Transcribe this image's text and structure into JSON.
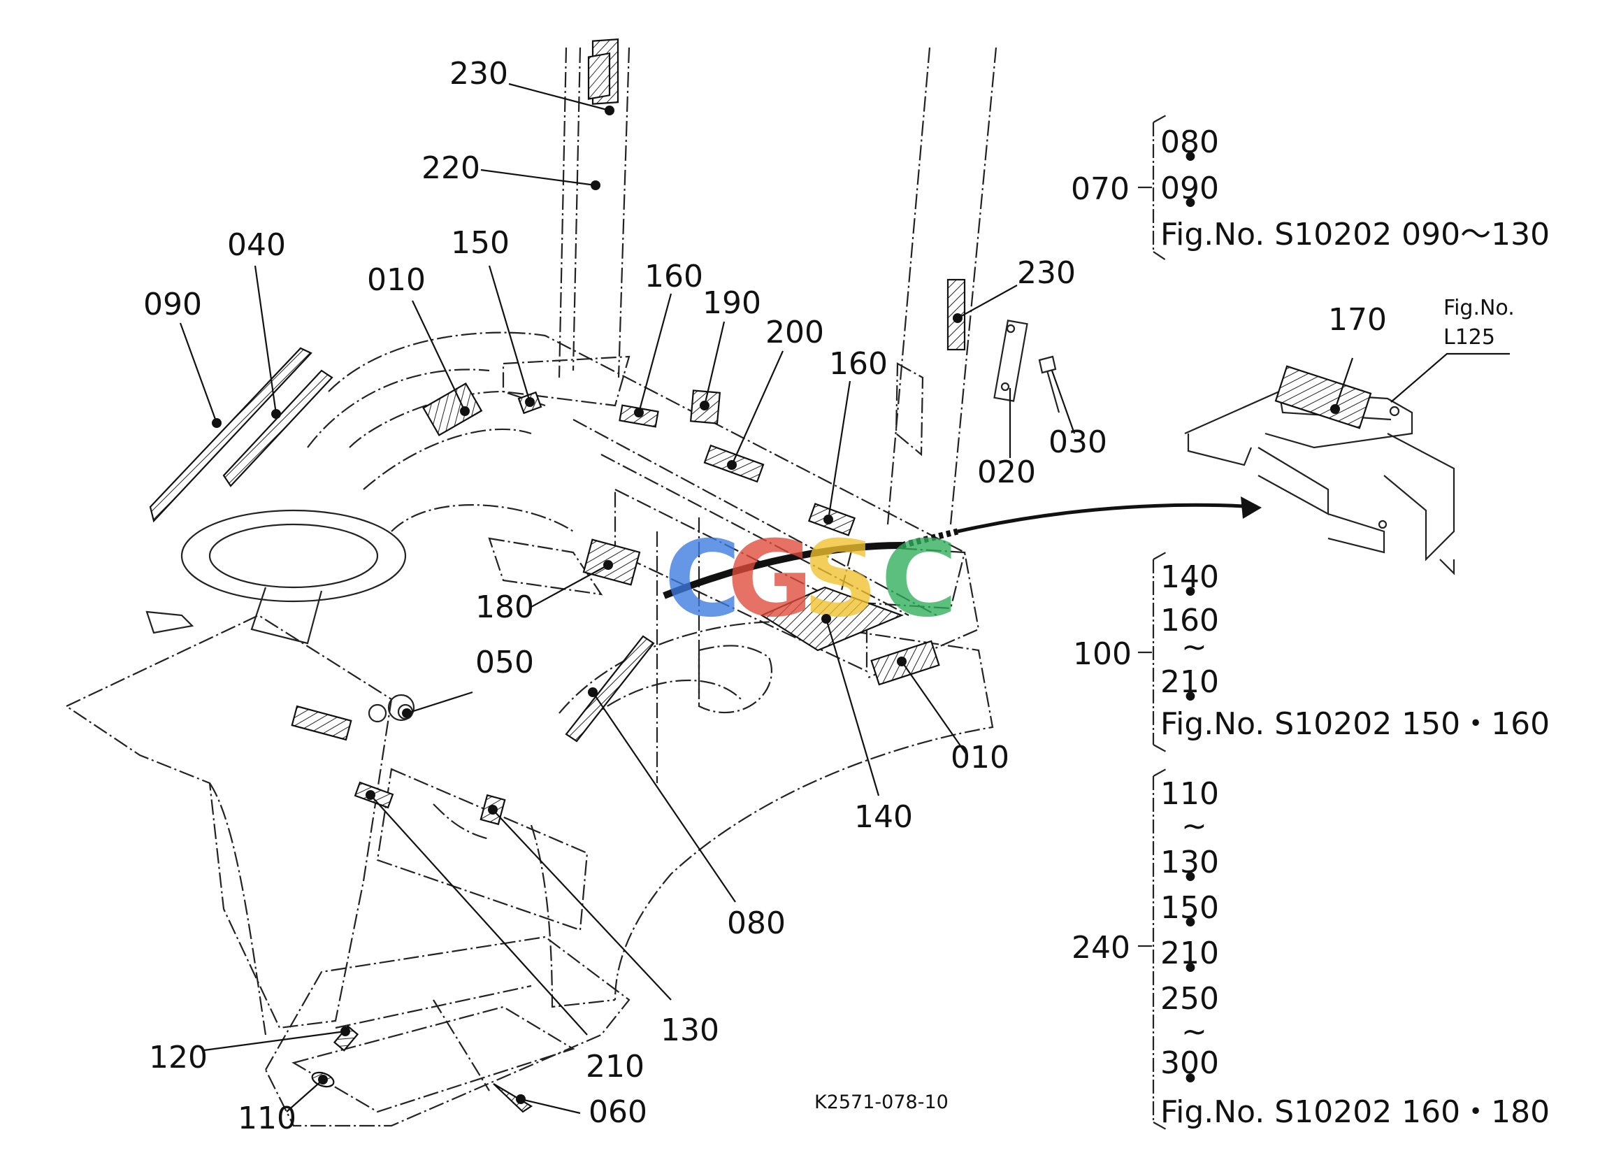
{
  "drawing_code": "K2571-078-10",
  "watermark": {
    "letters": [
      "C",
      "G",
      "S",
      "C"
    ],
    "colors": [
      "#3b7be0",
      "#e04a3a",
      "#f2c12e",
      "#2fae5a"
    ]
  },
  "callouts": {
    "p230a": "230",
    "p220": "220",
    "p150": "150",
    "p160a": "160",
    "p190": "190",
    "p200": "200",
    "p160b": "160",
    "p010a": "010",
    "p040": "040",
    "p090": "090",
    "p230b": "230",
    "p020": "020",
    "p030": "030",
    "p170": "170",
    "p180": "180",
    "p050": "050",
    "p010b": "010",
    "p140": "140",
    "p080": "080",
    "p130": "130",
    "p210": "210",
    "p120": "120",
    "p110": "110",
    "p060": "060"
  },
  "figref_inset": {
    "label": "Fig.No.",
    "value": "L125"
  },
  "groups": [
    {
      "id": "070",
      "items": [
        "080",
        "•",
        "090",
        "•"
      ],
      "fig": "Fig.No.  S10202  090～130"
    },
    {
      "id": "100",
      "items": [
        "140",
        "•",
        "160",
        "~",
        "210",
        "•"
      ],
      "fig": "Fig.No.  S10202  150・160"
    },
    {
      "id": "240",
      "items": [
        "110",
        "~",
        "130",
        "•",
        "150",
        "•",
        "210",
        "•",
        "250",
        "~",
        "300",
        "•"
      ],
      "fig": "Fig.No.  S10202  160・180"
    }
  ]
}
